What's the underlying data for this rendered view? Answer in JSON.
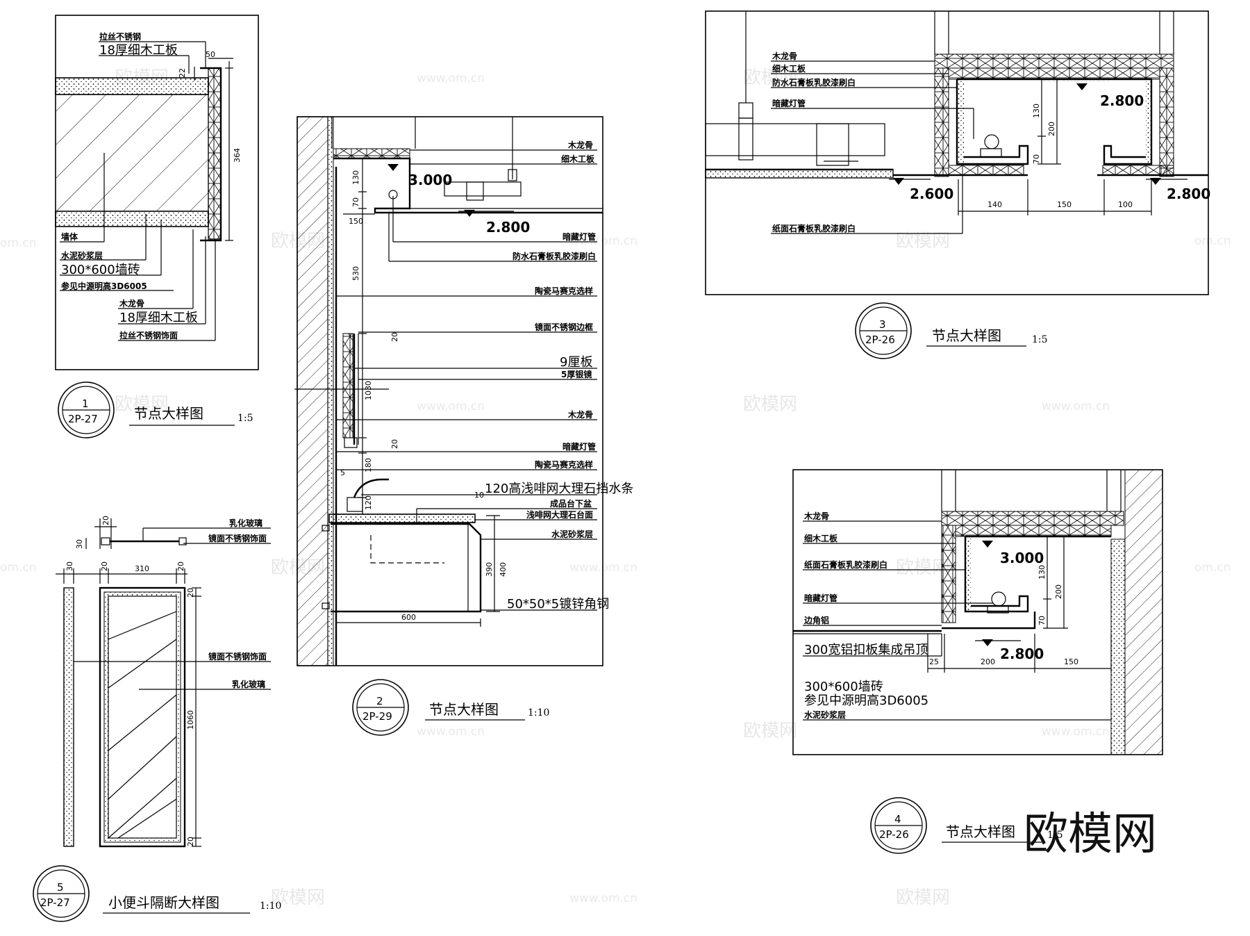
{
  "watermark": {
    "brand": "欧模网",
    "site": "www.om.cn",
    "site_short": "om.cn"
  },
  "detail1": {
    "circle": {
      "num": "1",
      "sheet": "2P-27"
    },
    "title": "节点大样图",
    "scale": "1:5",
    "labels": [
      "拉丝不锈钢",
      "18厚细木工板",
      "墙体",
      "水泥砂浆层",
      "300*600墙砖",
      "参见中源明高3D6005",
      "木龙骨",
      "18厚细木工板",
      "拉丝不锈钢饰面"
    ],
    "dims": [
      "50",
      "22",
      "364"
    ]
  },
  "detail2": {
    "circle": {
      "num": "2",
      "sheet": "2P-29"
    },
    "title": "节点大样图",
    "scale": "1:10",
    "labels": [
      "木龙骨",
      "细木工板",
      "暗藏灯管",
      "防水石膏板乳胶漆刷白",
      "陶瓷马赛克选样",
      "镜面不锈钢边框",
      "9厘板",
      "5厚银镜",
      "木龙骨",
      "暗藏灯管",
      "陶瓷马赛克选样",
      "120高浅啡网大理石挡水条",
      "成品台下盆",
      "浅啡网大理石台面",
      "水泥砂浆层",
      "50*50*5镀锌角钢"
    ],
    "dims": [
      "130",
      "70",
      "150",
      "530",
      "20",
      "1030",
      "20",
      "180",
      "120",
      "10",
      "390",
      "400",
      "600",
      "5"
    ],
    "elevations": [
      "3.000",
      "2.800"
    ]
  },
  "detail3": {
    "circle": {
      "num": "3",
      "sheet": "2P-26"
    },
    "title": "节点大样图",
    "scale": "1:5",
    "labels": [
      "木龙骨",
      "细木工板",
      "防水石膏板乳胶漆刷白",
      "暗藏灯管",
      "纸面石膏板乳胶漆刷白"
    ],
    "dims": [
      "130",
      "200",
      "70",
      "140",
      "150",
      "100"
    ],
    "elevations": [
      "2.800",
      "2.600",
      "2.800"
    ]
  },
  "detail4": {
    "circle": {
      "num": "4",
      "sheet": "2P-26"
    },
    "title": "节点大样图",
    "scale": "1:5",
    "labels": [
      "木龙骨",
      "细木工板",
      "纸面石膏板乳胶漆刷白",
      "暗藏灯管",
      "边角铝",
      "300宽铝扣板集成吊顶",
      "300*600墙砖",
      "参见中源明高3D6005",
      "水泥砂浆层"
    ],
    "dims": [
      "130",
      "200",
      "70",
      "25",
      "200",
      "150"
    ],
    "elevations": [
      "3.000",
      "2.800"
    ]
  },
  "detail5": {
    "circle": {
      "num": "5",
      "sheet": "2P-27"
    },
    "title": "小便斗隔断大样图",
    "scale": "1:10",
    "labels": [
      "乳化玻璃",
      "镜面不锈钢饰面",
      "镜面不锈钢饰面",
      "乳化玻璃"
    ],
    "dims": [
      "20",
      "30",
      "30",
      "20",
      "310",
      "20",
      "20",
      "1060",
      "20"
    ]
  }
}
